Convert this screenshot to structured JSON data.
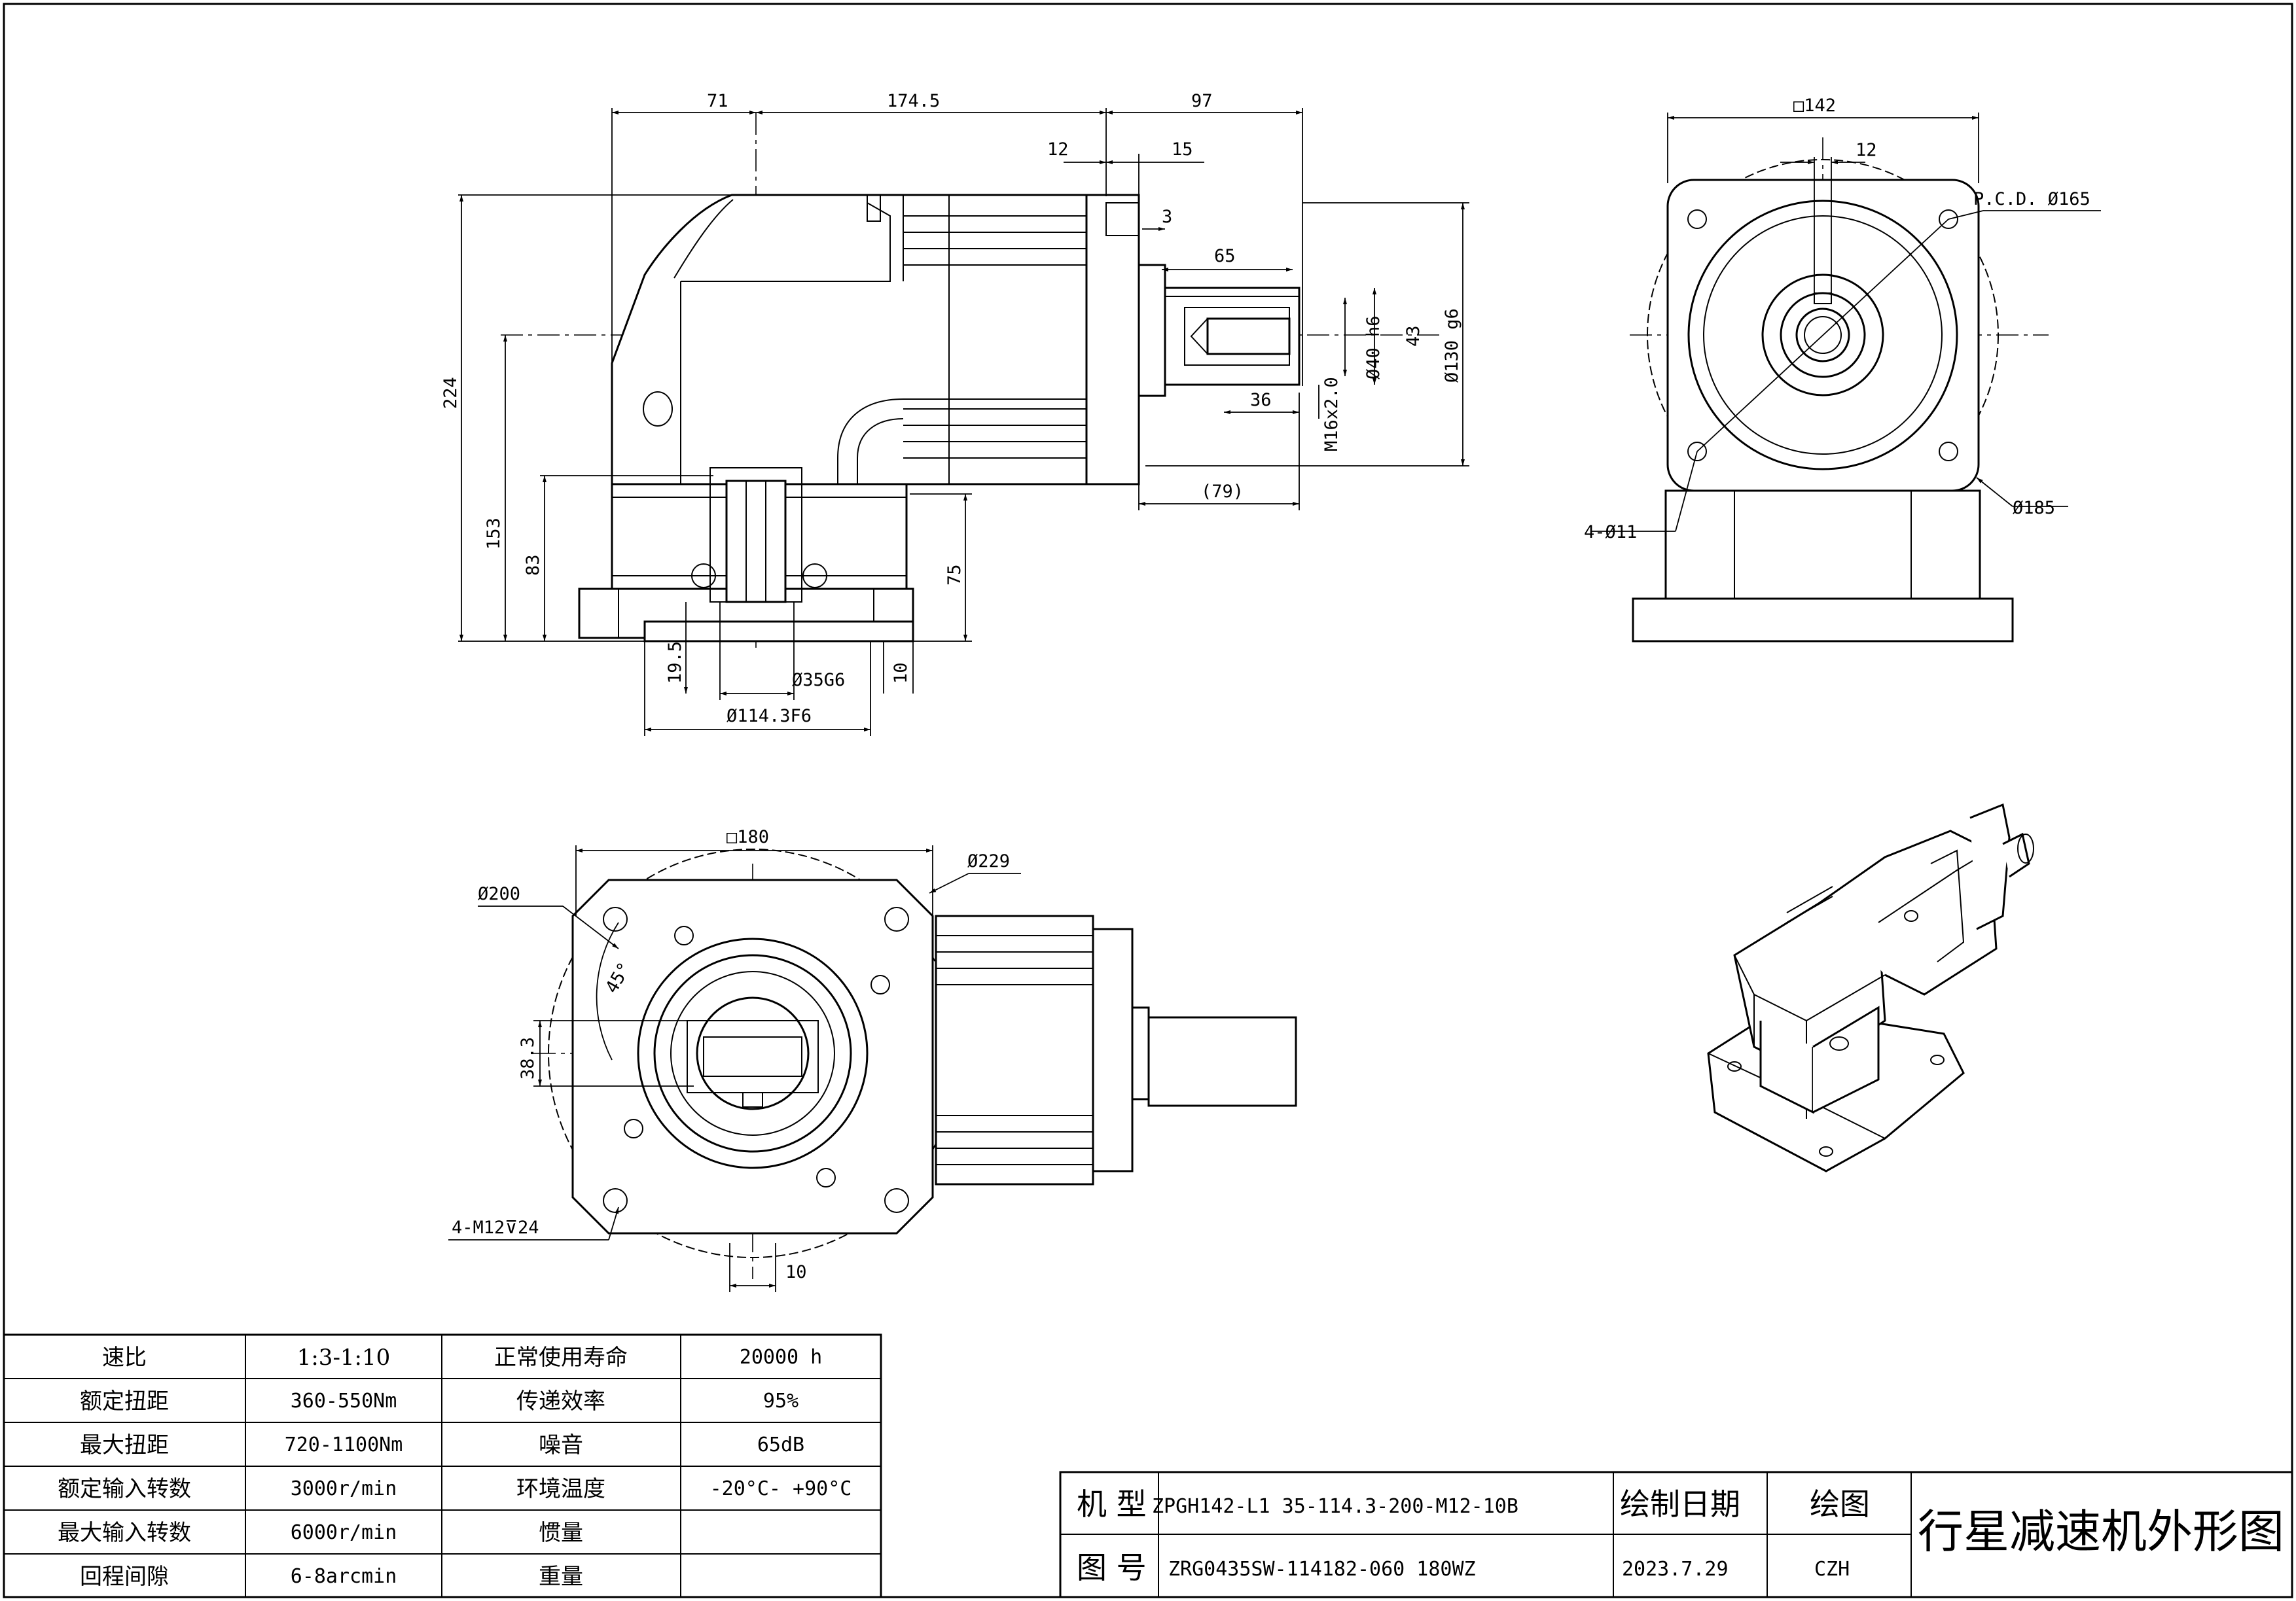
{
  "dimensions": {
    "side": {
      "d71": "71",
      "d174_5": "174.5",
      "d97": "97",
      "d12": "12",
      "d15": "15",
      "d3": "3",
      "d65": "65",
      "d224": "224",
      "d153": "153",
      "d83": "83",
      "d75": "75",
      "d36": "36",
      "d79": "(79)",
      "d40h6": "Ø40 h6",
      "d43": "43",
      "d130g6": "Ø130 g6",
      "m16": "M16x2.0",
      "d19_5": "19.5",
      "d10": "10",
      "d35g6": "Ø35G6",
      "d114_3f6": "Ø114.3F6"
    },
    "end": {
      "sq142": "□142",
      "d12": "12",
      "pcd": "P.C.D. Ø165",
      "d185": "Ø185",
      "holes": "4-Ø11"
    },
    "plan": {
      "sq180": "□180",
      "d229": "Ø229",
      "d200": "Ø200",
      "a45": "45°",
      "d38_3": "38.3",
      "m12": "4-M12⊽24",
      "d10": "10"
    }
  },
  "specs": {
    "rows": [
      {
        "label1": "速比",
        "val1": "1:3-1:10",
        "label2": "正常使用寿命",
        "val2": "20000 h"
      },
      {
        "label1": "额定扭距",
        "val1": "360-550Nm",
        "label2": "传递效率",
        "val2": "95%"
      },
      {
        "label1": "最大扭距",
        "val1": "720-1100Nm",
        "label2": "噪音",
        "val2": "65dB"
      },
      {
        "label1": "额定输入转数",
        "val1": "3000r/min",
        "label2": "环境温度",
        "val2": "-20°C- +90°C"
      },
      {
        "label1": "最大输入转数",
        "val1": "6000r/min",
        "label2": "惯量",
        "val2": ""
      },
      {
        "label1": "回程间隙",
        "val1": "6-8arcmin",
        "label2": "重量",
        "val2": ""
      }
    ]
  },
  "title_block": {
    "model_label": "机 型",
    "model_value": "ZPGH142-L1 35-114.3-200-M12-10B",
    "date_label": "绘制日期",
    "draw_label": "绘图",
    "drawing_no_label": "图 号",
    "drawing_no_value": "ZRG0435SW-114182-060 180WZ",
    "date_value": "2023.7.29",
    "drafter": "CZH",
    "title": "行星减速机外形图"
  }
}
